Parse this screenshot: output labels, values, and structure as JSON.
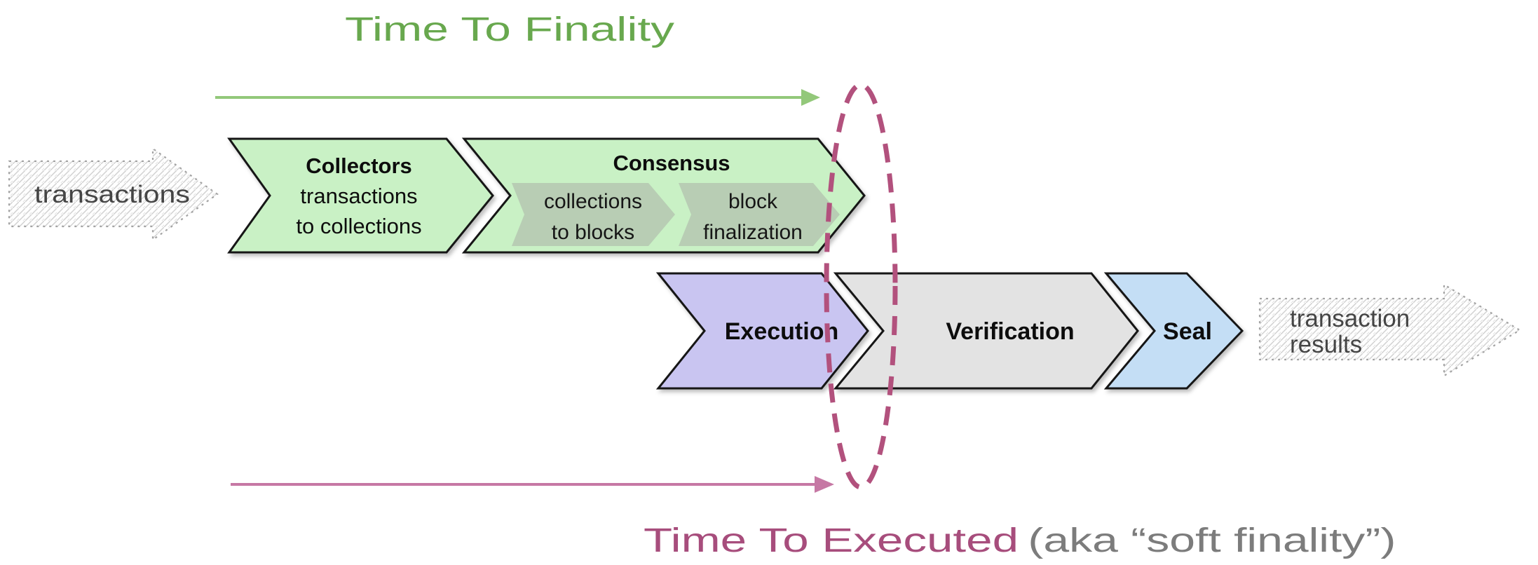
{
  "title": {
    "text": "Time To Finality"
  },
  "bottom_caption": {
    "primary": "Time To Executed",
    "secondary": " (aka “soft finality”)"
  },
  "input_arrow": {
    "label": "transactions"
  },
  "output_arrow": {
    "line1": "transaction",
    "line2": "results"
  },
  "stages": {
    "collectors": {
      "title": "Collectors",
      "line1": "transactions",
      "line2": "to collections"
    },
    "consensus": {
      "title": "Consensus",
      "substeps": [
        {
          "line1": "collections",
          "line2": "to blocks"
        },
        {
          "line1": "block",
          "line2": "finalization"
        }
      ]
    },
    "execution": {
      "title": "Execution"
    },
    "verification": {
      "title": "Verification"
    },
    "seal": {
      "title": "Seal"
    }
  },
  "colors": {
    "stage_green": "#c9f1c5",
    "substep_green": "#b8cdb4",
    "execution_lavender": "#c9c5f1",
    "verification_gray": "#e3e3e3",
    "seal_blue": "#c4def5",
    "title_green": "#68a84e",
    "arrow_green": "#93c87a",
    "executed_magenta": "#a74d7c",
    "arrow_pink": "#c678a4",
    "ellipse_magenta": "#b2517d",
    "caption_gray": "#7c7c7c",
    "sketch_text_gray": "#454545"
  }
}
